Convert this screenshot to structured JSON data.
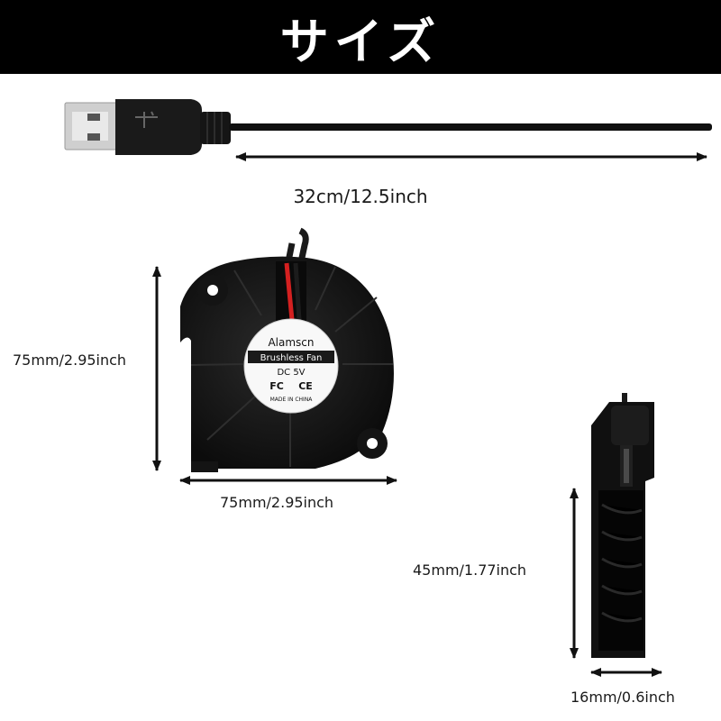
{
  "banner": {
    "title": "サイズ"
  },
  "dimensions": {
    "cable_length": "32cm/12.5inch",
    "fan_height": "75mm/2.95inch",
    "fan_width": "75mm/2.95inch",
    "side_height": "45mm/1.77inch",
    "side_thickness": "16mm/0.6inch"
  },
  "fan_label": {
    "brand": "Alamscn",
    "model": "Brushless Fan",
    "voltage": "DC 5V",
    "fc_mark": "FC",
    "ce_mark": "CE",
    "origin": "MADE IN CHINA"
  },
  "colors": {
    "banner_bg": "#000000",
    "banner_text": "#ffffff",
    "fan_body": "#111111",
    "wire_red": "#d42020"
  }
}
